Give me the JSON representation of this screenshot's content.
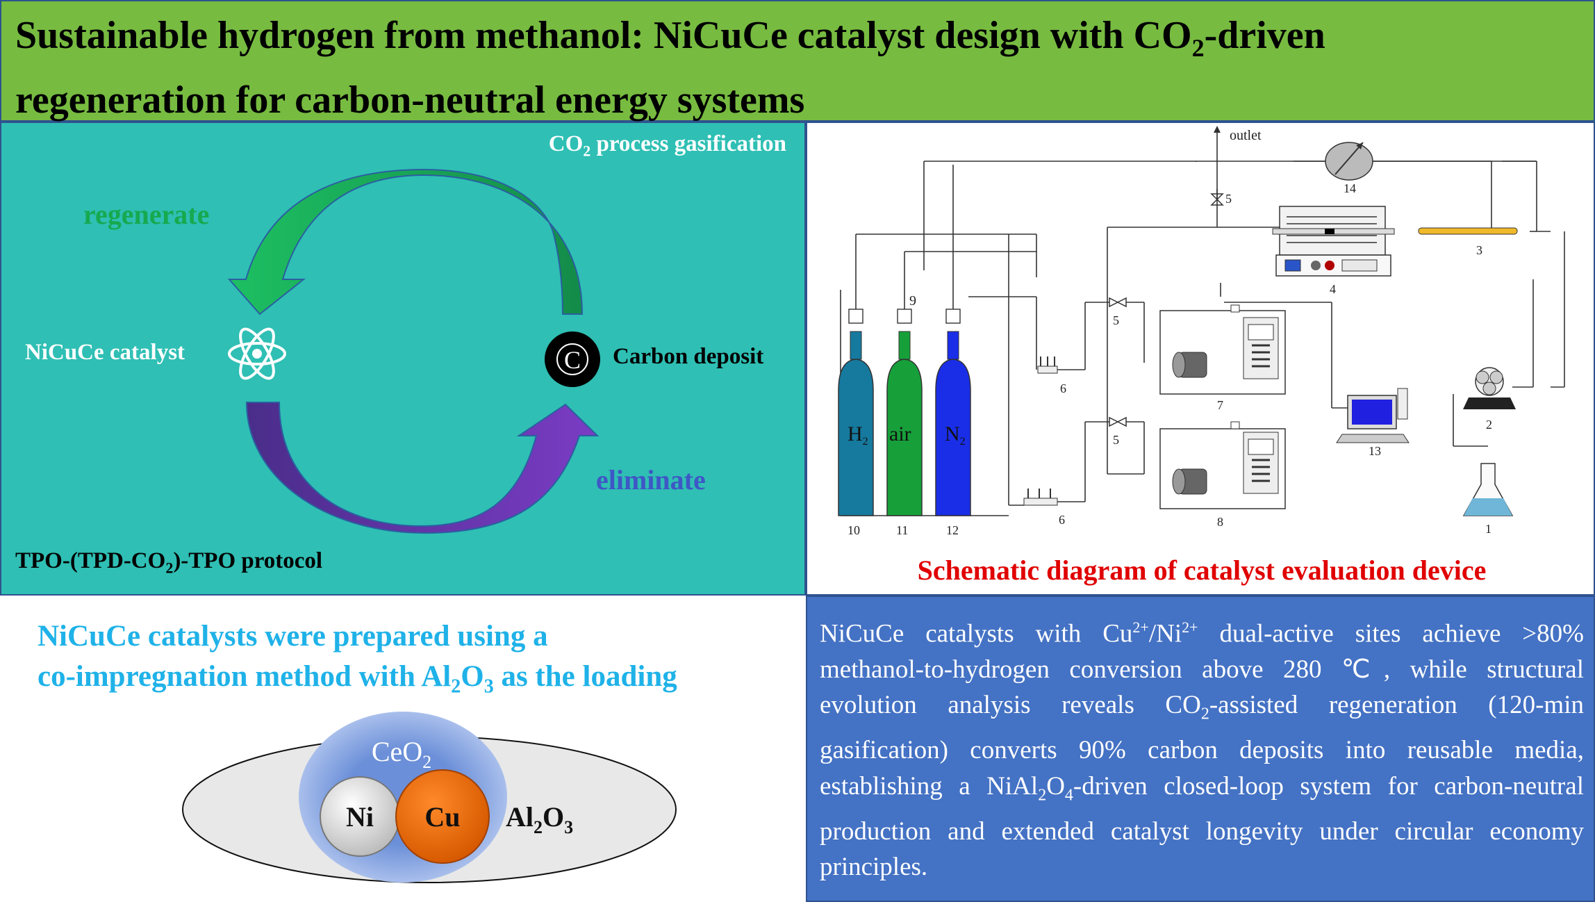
{
  "title": {
    "line1_before": "Sustainable hydrogen from methanol: NiCuCe catalyst design with CO",
    "line1_sub": "2",
    "line1_after": "-driven",
    "line2": "regeneration for carbon-neutral energy systems"
  },
  "cycle": {
    "process_label_a": "CO",
    "process_label_sub": "2",
    "process_label_b": " process gasification",
    "regenerate": "regenerate",
    "eliminate": "eliminate",
    "catalyst": "NiCuCe catalyst",
    "carbon": "Carbon deposit",
    "carbon_symbol": "C",
    "protocol_a": "TPO-(TPD-CO",
    "protocol_sub": "2",
    "protocol_b": ")-TPO protocol",
    "colors": {
      "regenerate": "#16a94f",
      "eliminate": "#3f57c6",
      "background": "#2fbfb4"
    }
  },
  "device": {
    "caption": "Schematic diagram of catalyst evaluation device",
    "outlet": "outlet",
    "cylinders": [
      {
        "gas": "H",
        "gas_sub": "2",
        "number": "10",
        "color": "#16799e"
      },
      {
        "gas": "air",
        "gas_sub": "",
        "number": "11",
        "color": "#17a03a"
      },
      {
        "gas": "N",
        "gas_sub": "2",
        "number": "12",
        "color": "#1a2ee8"
      }
    ],
    "numbers": {
      "n1": "1",
      "n2": "2",
      "n3": "3",
      "n4": "4",
      "n5a": "5",
      "n5b": "5",
      "n5c": "5",
      "n6a": "6",
      "n6b": "6",
      "n7": "7",
      "n8": "8",
      "n9": "9",
      "n13": "13",
      "n14": "14"
    }
  },
  "prep": {
    "line1": "NiCuCe catalysts were prepared using a",
    "line2_a": "co-impregnation method with Al",
    "line2_sub1": "2",
    "line2_b": "O",
    "line2_sub2": "3",
    "line2_c": " as the loading",
    "ceo2": "CeO",
    "ceo2_sub": "2",
    "ni": "Ni",
    "cu": "Cu",
    "al2o3_a": "Al",
    "al2o3_sub1": "2",
    "al2o3_b": "O",
    "al2o3_sub2": "3"
  },
  "summary": {
    "p1": "NiCuCe catalysts with Cu",
    "sup1": "2+",
    "p2": "/Ni",
    "sup2": "2+",
    "p3": " dual-active sites achieve >80% methanol-to-hydrogen conversion above 280 ℃, while structural evolution analysis reveals CO",
    "sub1": "2",
    "p4": "-assisted regeneration (120-min gasification) converts 90% carbon deposits into reusable media, establishing a NiAl",
    "sub2": "2",
    "p5": "O",
    "sub3": "4",
    "p6": "-driven closed-loop system for carbon-neutral production and extended catalyst longevity under circular economy principles."
  }
}
